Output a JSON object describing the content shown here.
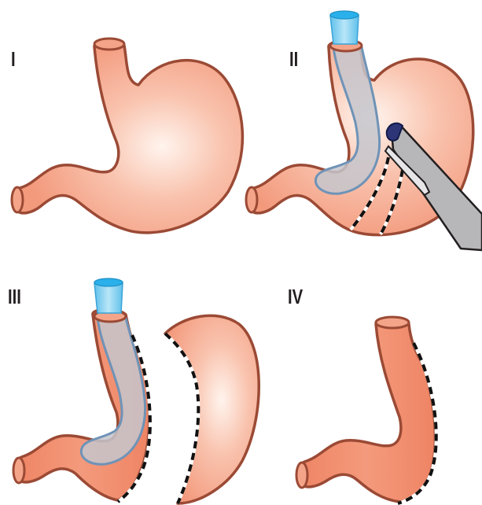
{
  "panels": [
    {
      "label": "I"
    },
    {
      "label": "II"
    },
    {
      "label": "III"
    },
    {
      "label": "IV"
    }
  ],
  "colors": {
    "stomach_fill": "#f4a488",
    "stomach_highlight": "#fff4ee",
    "tube_fill": "#f08868",
    "outline": "#9b4a35",
    "bougie_fill": "#c6c6cc",
    "bougie_outline": "#6f93b7",
    "cap": "#7fd0f1",
    "stapler": "#b7b7b9",
    "staple_line": "#111111"
  }
}
